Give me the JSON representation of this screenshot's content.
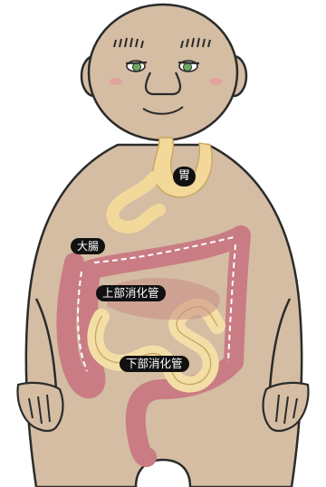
{
  "labels": {
    "stomach": "胃",
    "large_intestine": "大腸",
    "upper_gi": "上部消化管",
    "lower_gi": "下部消化管"
  },
  "colors": {
    "skin": "#d4bda3",
    "outline": "#2b2b2b",
    "stomach": "#f2d99a",
    "colon": "#c97c84",
    "small_intestine": "#f3dfa6",
    "label_bg": "#111111",
    "label_text": "#ffffff"
  }
}
